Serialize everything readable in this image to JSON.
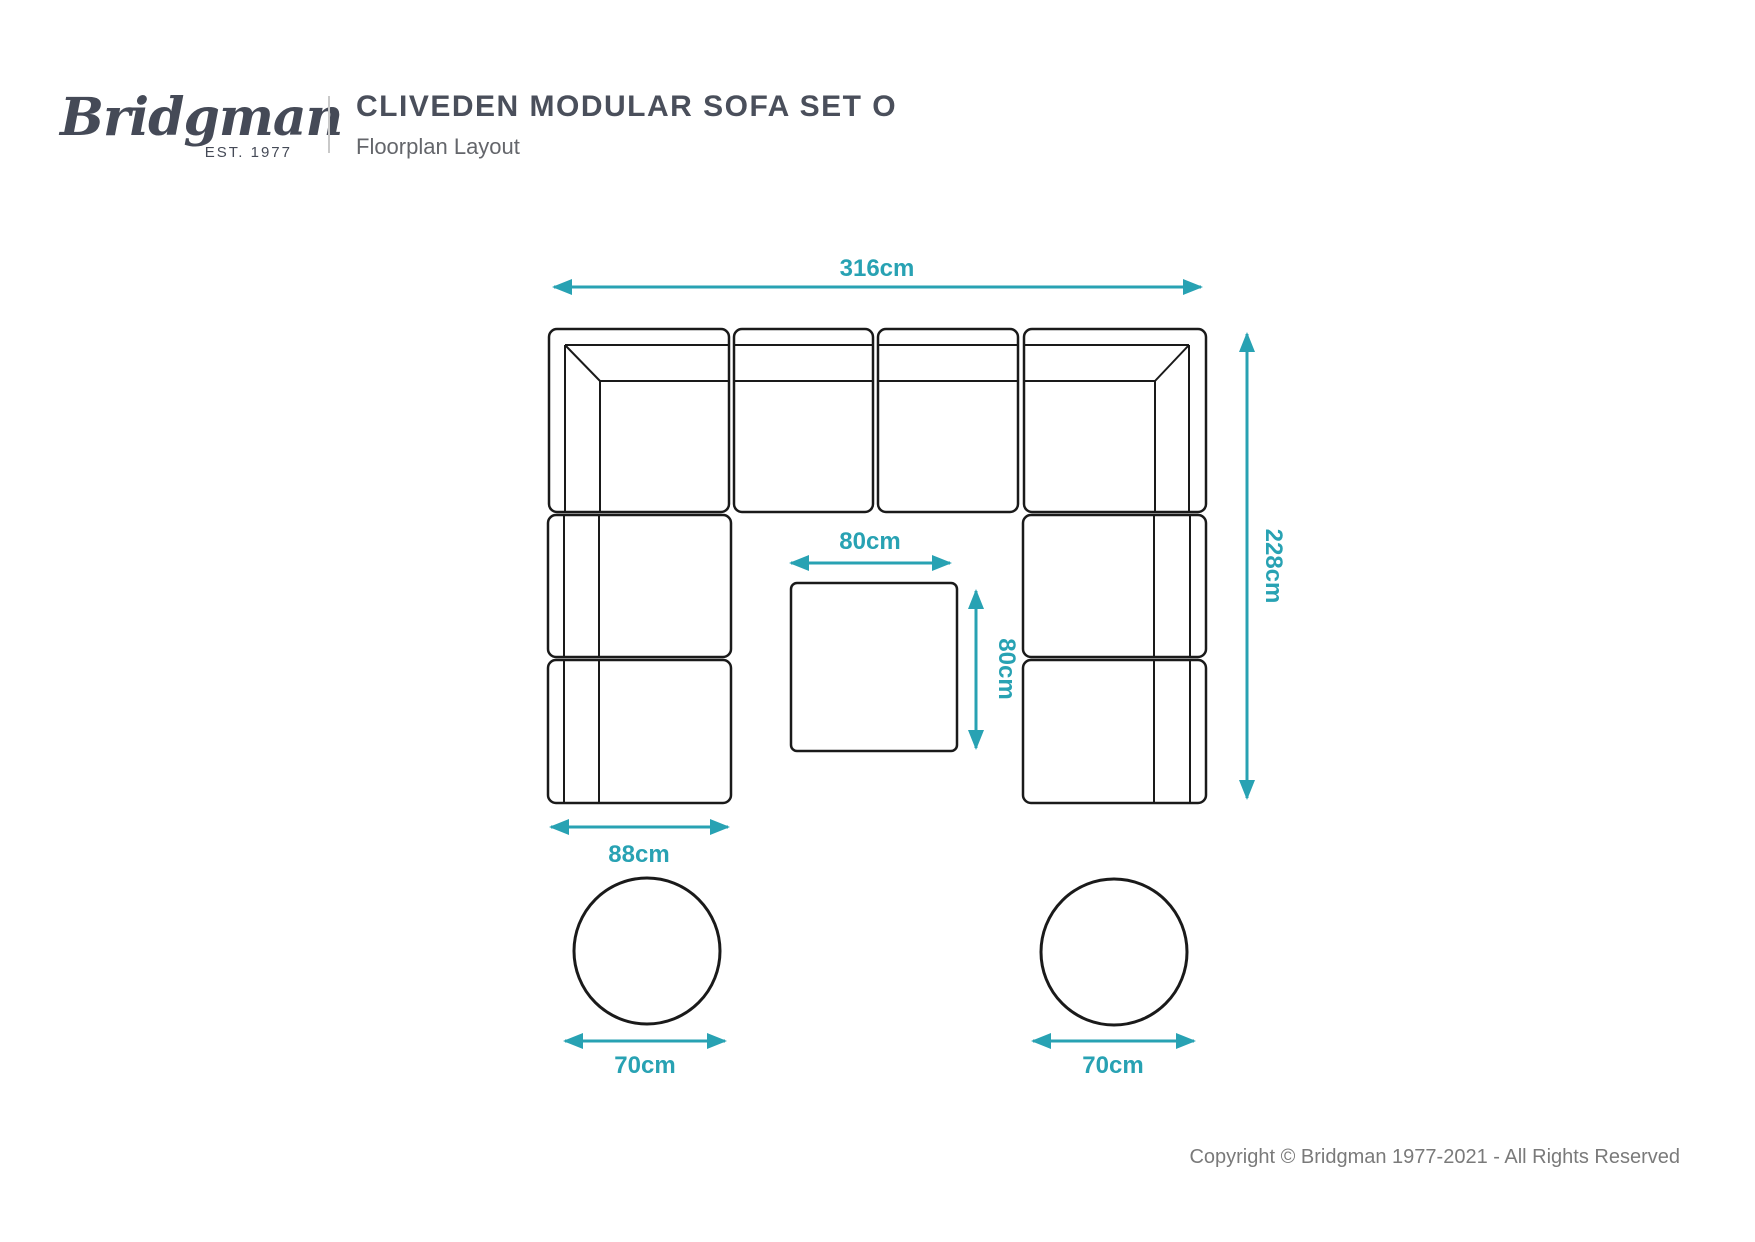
{
  "header": {
    "brand": {
      "name": "Bridgman",
      "established": "EST. 1977"
    },
    "title": "CLIVEDEN MODULAR SOFA SET O",
    "subtitle": "Floorplan Layout"
  },
  "floorplan": {
    "dimensions": {
      "sofa_overall_width": "316cm",
      "sofa_overall_depth": "228cm",
      "table_width": "80cm",
      "table_depth": "80cm",
      "end_module_width": "88cm",
      "left_stool_diameter": "70cm",
      "right_stool_diameter": "70cm"
    },
    "colors": {
      "dimension_accent": "#28A2B3",
      "outline": "#1A1A1A"
    }
  },
  "footer": {
    "copyright": "Copyright © Bridgman 1977-2021 - All Rights Reserved"
  }
}
